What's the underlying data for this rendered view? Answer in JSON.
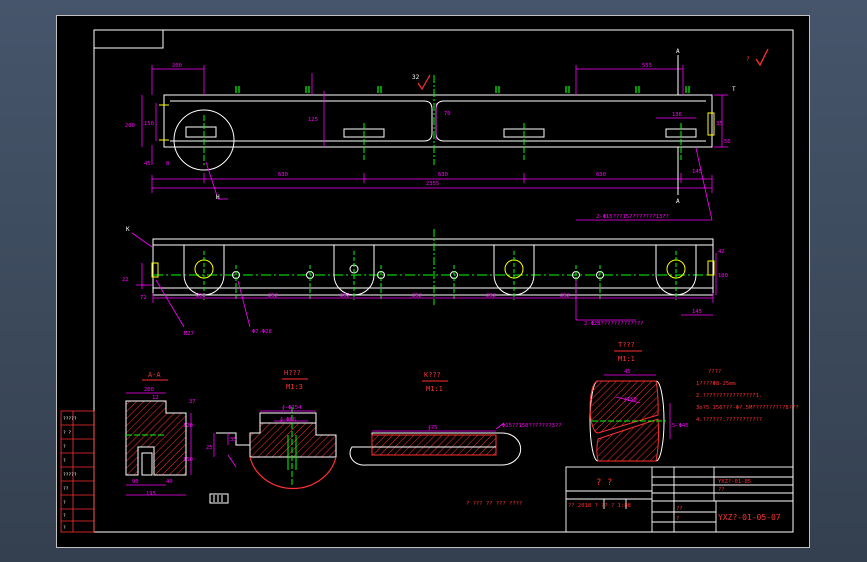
{
  "colors": {
    "background": "#000000",
    "outline": "#ffffff",
    "dimension": "#ff00ff",
    "centerline": "#00ff00",
    "hatch": "#ff3030",
    "frame": "#ff3030",
    "annotation": "#ffff00",
    "window": "#3e4a5c"
  },
  "dims": {
    "top_200": "200",
    "top_555": "555",
    "top_136": "136",
    "side_200": "200",
    "side_150": "150",
    "side_45": "45",
    "side_8": "8",
    "right_35": "35",
    "right_50": "50",
    "right_145": "145",
    "inner_70": "70",
    "inner_125": "125",
    "seg_630_a": "630",
    "seg_630_b": "630",
    "seg_630_c": "630",
    "total_2355": "2355",
    "hole_note": "2-Φ15???15????????13??",
    "mid_292_a": "292",
    "mid_292_b": "292",
    "mid_292_c": "292",
    "mid_292_d": "292",
    "mid_292_e": "292",
    "mid_292_f": "292",
    "mid_145": "145",
    "mid_100": "100",
    "mid_42": "42",
    "mid_22": "22",
    "mid_72": "72",
    "m27": "M27",
    "phi_note": "Φ7-Φ28",
    "slot_note": "2-Φ28?????????????",
    "sec_200": "200",
    "sec_90": "90",
    "sec_195": "195",
    "sec_120": "120",
    "sec_150": "150",
    "sec_40": "40",
    "sec_37": "37",
    "sec_12": "12",
    "h_154": "∮-Φ154",
    "h_66": "∮-Φ66",
    "h_25": "25",
    "h_35": "35",
    "k_175": "∮75",
    "k_note": "Φ15??150???????3??",
    "det_45": "45",
    "det_150": "∮150",
    "det_5": "5-Φ45"
  },
  "labels": {
    "view_A_top": "A",
    "view_A_bottom": "A",
    "view_T": "T",
    "view_H_callout": "H",
    "view_K_callout": "K",
    "view_32": "32",
    "section_AA": "A-A",
    "section_H": "H???",
    "section_H_scale": "M1:3",
    "section_K": "K???",
    "section_K_scale": "M1:1",
    "section_T": "T???",
    "section_T_scale": "M1:1",
    "roughness_mark": "√",
    "roughness_tag": "?"
  },
  "notes": {
    "title": "????",
    "line1": "1????Φ8-25mm",
    "line2": "2.????????????????1.",
    "line3": "3o?5 156???-Φ?.5M??????????8???",
    "line4": "4.??????.???????????",
    "bottom_note": "? ??? ?? ??? ????"
  },
  "title_block": {
    "part_name": "? ?",
    "scale_row": "?? 2018 ? ?? ? 1:88",
    "material_code": "YXZ?-01-05",
    "qty": "??",
    "mark_a": "??",
    "mark_b": "?",
    "drawing_number": "YXZ?-01-05-07"
  },
  "left_revision_table": [
    "?????",
    "? ?",
    "?",
    "?",
    "?????",
    "??",
    "?",
    "?",
    "?"
  ]
}
